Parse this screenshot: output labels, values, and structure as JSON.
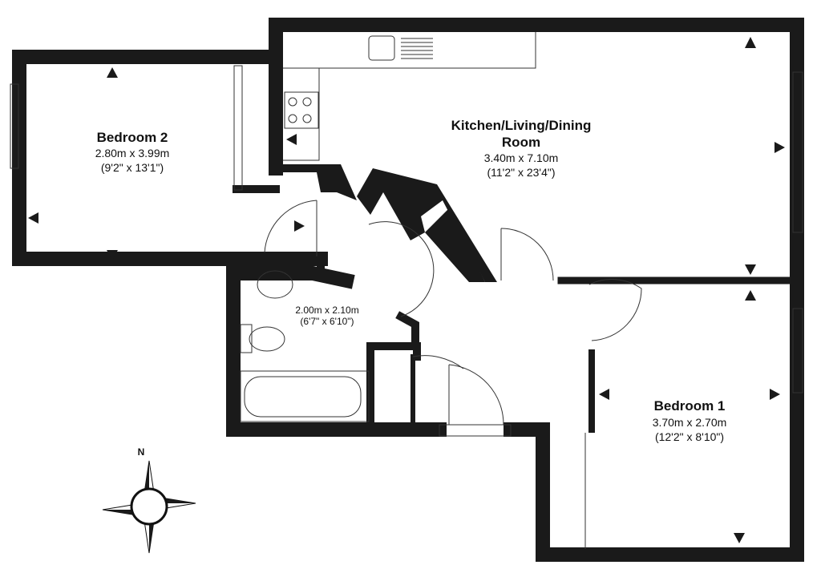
{
  "rooms": {
    "bedroom2": {
      "name": "Bedroom 2",
      "metric": "2.80m x 3.99m",
      "imperial": "(9'2\" x 13'1\")"
    },
    "kitchen": {
      "name_line1": "Kitchen/Living/Dining",
      "name_line2": "Room",
      "metric": "3.40m x 7.10m",
      "imperial": "(11'2\" x 23'4\")"
    },
    "bathroom": {
      "metric": "2.00m x 2.10m",
      "imperial": "(6'7\" x 6'10\")"
    },
    "bedroom1": {
      "name": "Bedroom 1",
      "metric": "3.70m x 2.70m",
      "imperial": "(12'2\" x 8'10\")"
    }
  },
  "compass": {
    "label": "N"
  }
}
